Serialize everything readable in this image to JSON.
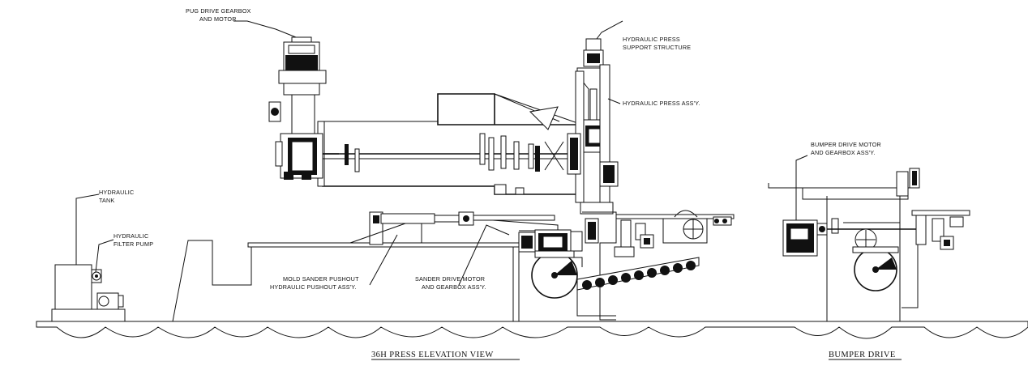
{
  "labels": {
    "pug_drive_1": "PUG DRIVE GEARBOX",
    "pug_drive_2": "AND MOTOR",
    "press_support_1": "HYDRAULIC PRESS",
    "press_support_2": "SUPPORT STRUCTURE",
    "press_assy": "HYDRAULIC PRESS ASS'Y.",
    "hyd_tank_1": "HYDRAULIC",
    "hyd_tank_2": "TANK",
    "filter_pump_1": "HYDRAULIC",
    "filter_pump_2": "FILTER PUMP",
    "mold_sander_1": "MOLD SANDER PUSHOUT",
    "mold_sander_2": "HYDRAULIC PUSHOUT ASS'Y.",
    "sander_drive_1": "SANDER DRIVE MOTOR",
    "sander_drive_2": "AND GEARBOX ASS'Y.",
    "bumper_motor_1": "BUMPER DRIVE MOTOR",
    "bumper_motor_2": "AND GEARBOX ASS'Y."
  },
  "titles": {
    "main_view": "36H PRESS ELEVATION VIEW",
    "bumper_view": "BUMPER DRIVE"
  }
}
